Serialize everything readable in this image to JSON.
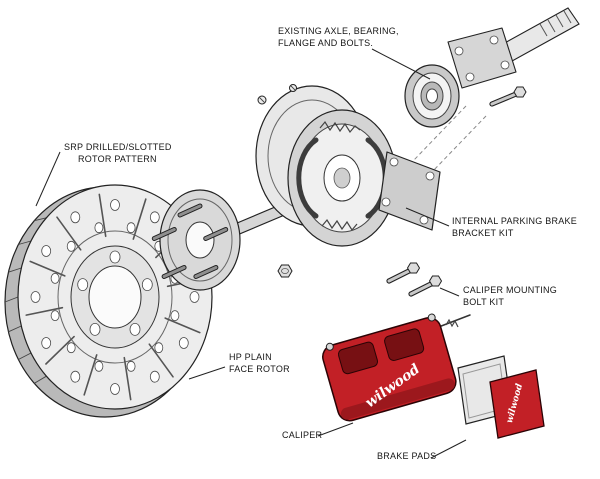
{
  "figure": {
    "background": "#ffffff",
    "brand_script": "wilwood",
    "colors": {
      "caliper_red": "#c22026",
      "caliper_dark": "#771013",
      "pad_red": "#c22026",
      "outline": "#1a1a1a"
    },
    "labels": {
      "existing_axle": {
        "line1": "EXISTING AXLE, BEARING,",
        "line2": "FLANGE AND BOLTS."
      },
      "srp_rotor": {
        "line1": "SRP DRILLED/SLOTTED",
        "line2": "ROTOR PATTERN"
      },
      "parking_brake": {
        "line1": "INTERNAL PARKING BRAKE",
        "line2": "BRACKET KIT"
      },
      "caliper_bolts": {
        "line1": "CALIPER MOUNTING",
        "line2": "BOLT KIT"
      },
      "hp_rotor": {
        "line1": "HP PLAIN",
        "line2": "FACE ROTOR"
      },
      "caliper": {
        "text": "CALIPER"
      },
      "brake_pads": {
        "text": "BRAKE PADS"
      }
    }
  }
}
